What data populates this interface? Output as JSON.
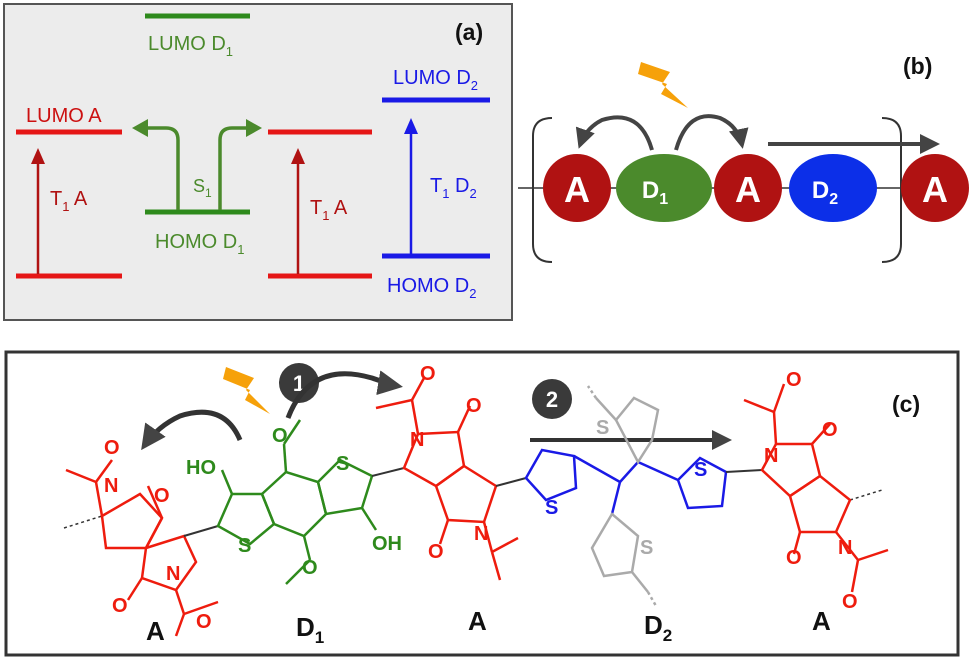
{
  "colors": {
    "acceptor": "#ee1c0e",
    "donor1": "#2e8a1c",
    "donor2": "#1a1ae6",
    "thiophene_gray": "#aaaaaa",
    "panel_a_bg": "#ececec",
    "arrow": "#444444",
    "dark_red": "#b01212",
    "bolt": "#f6a10a"
  },
  "panel_a": {
    "tag": "(a)",
    "lumo_d1": {
      "main": "LUMO D",
      "sub": "1"
    },
    "lumo_a": "LUMO A",
    "t1a_left": {
      "main": "T",
      "sub": "1",
      "rest": " A"
    },
    "s1": {
      "main": "S",
      "sub": "1"
    },
    "homo_d1": {
      "main": "HOMO D",
      "sub": "1"
    },
    "t1a_right": {
      "main": "T",
      "sub": "1",
      "rest": " A"
    },
    "lumo_d2": {
      "main": "LUMO D",
      "sub": "2"
    },
    "t1d2": {
      "main": "T",
      "sub": "1",
      "rest": " D",
      "sub2": "2"
    },
    "homo_d2": {
      "main": "HOMO D",
      "sub": "2"
    }
  },
  "panel_b": {
    "tag": "(b)",
    "acceptor": "A",
    "donor1": {
      "main": "D",
      "sub": "1"
    },
    "donor2": {
      "main": "D",
      "sub": "2"
    }
  },
  "panel_c": {
    "tag": "(c)",
    "step1": "1",
    "step2": "2",
    "atoms": {
      "O": "O",
      "N": "N",
      "S": "S",
      "OH": "OH",
      "HO": "HO"
    },
    "units": {
      "a1": "A",
      "d1": {
        "main": "D",
        "sub": "1"
      },
      "a2": "A",
      "d2": {
        "main": "D",
        "sub": "2"
      },
      "a3": "A"
    }
  }
}
